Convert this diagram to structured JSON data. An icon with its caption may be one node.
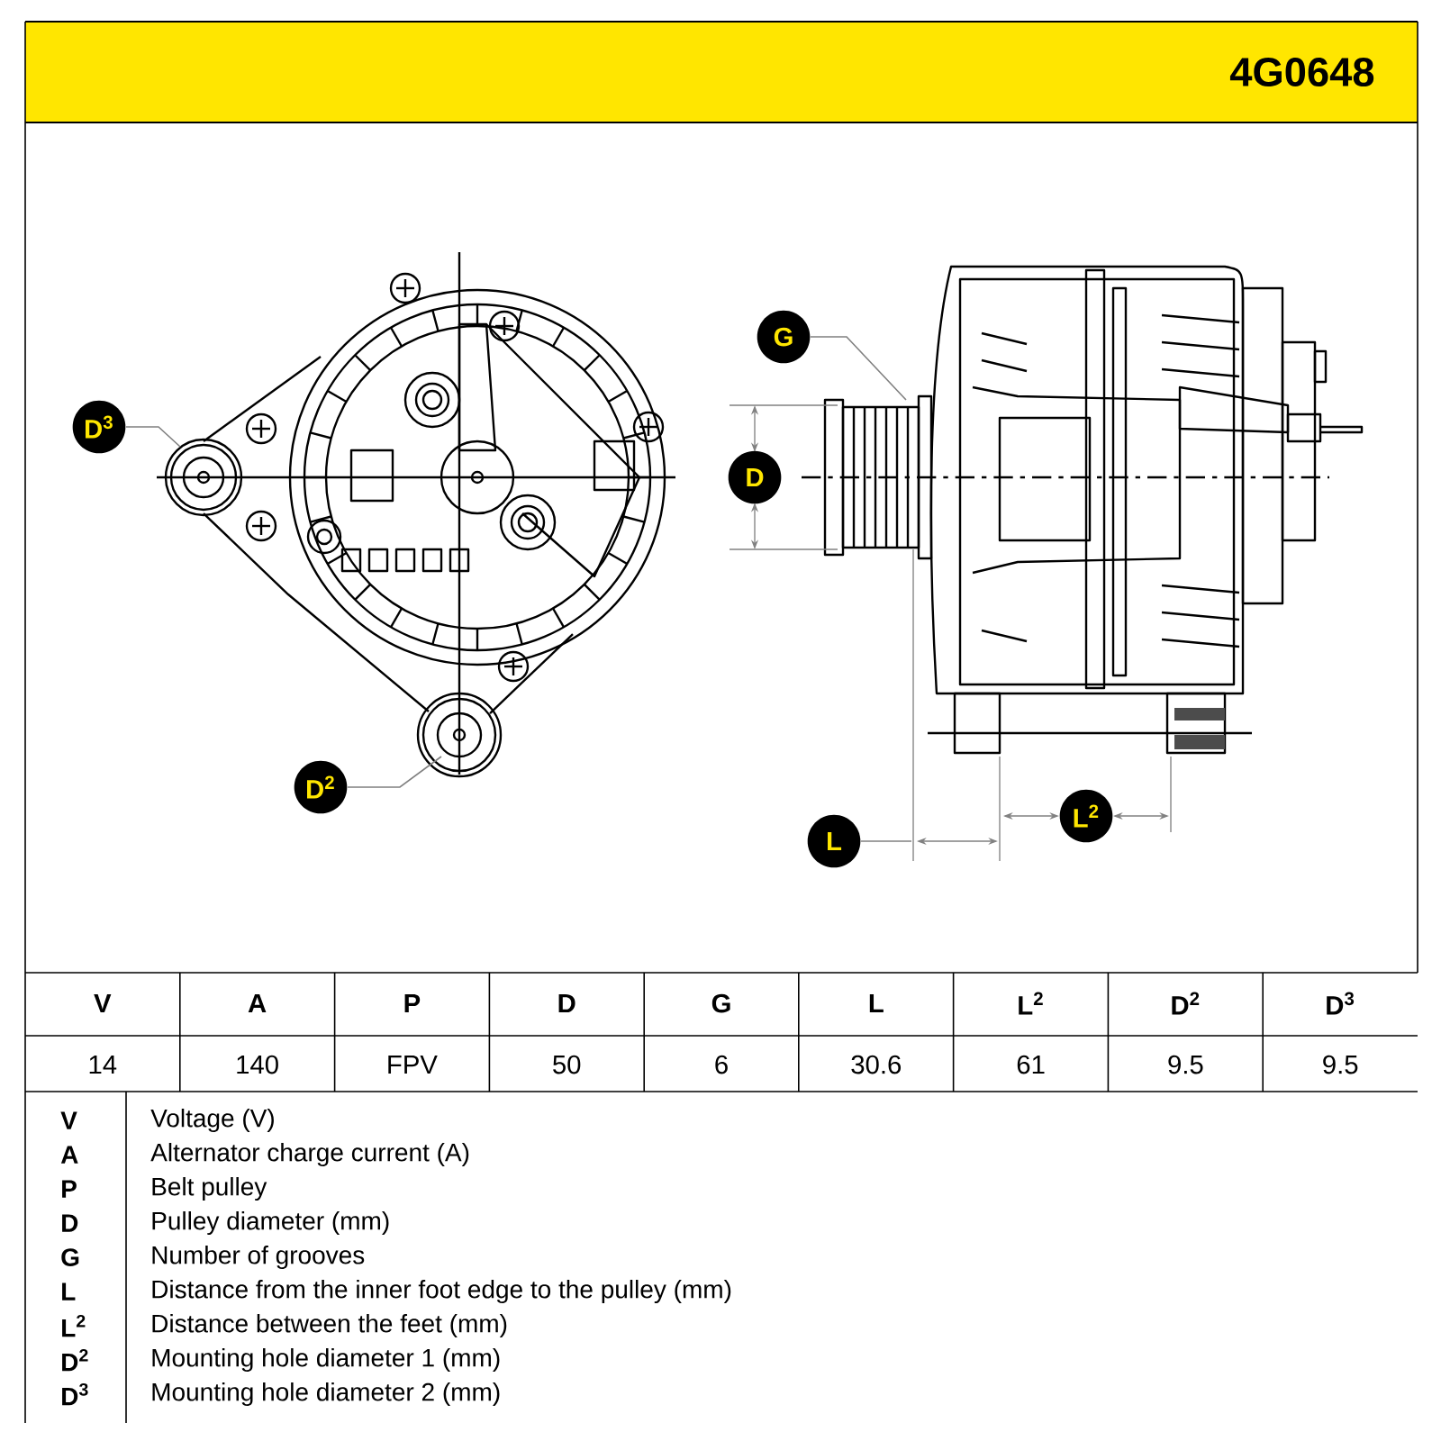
{
  "diagram": {
    "title": "4G0648",
    "nodes": [
      {
        "text": [
          "G"
        ]
      },
      {
        "text": [
          "D$^{3}$"
        ]
      },
      {
        "text": [
          "D"
        ]
      },
      {
        "text": [
          "D$^{2}$"
        ]
      },
      {
        "text": [
          "L$^{2}$"
        ]
      },
      {
        "text": [
          "L"
        ]
      }
    ],
    "edges": [
      {
        "from": 0,
        "to": null,
        "arrow": "none"
      },
      {
        "from": 1,
        "to": null,
        "arrow": "none"
      },
      {
        "from": 3,
        "to": null,
        "arrow": "none"
      },
      {
        "from": 5,
        "to": null,
        "arrow": "none"
      }
    ],
    "labels": [
      "V",
      "A",
      "P",
      "D",
      "G",
      "L",
      "L$^{2}$",
      "D$^{2}$",
      "D$^{3}$",
      "14",
      "140",
      "FPV",
      "50",
      "6",
      "30.6",
      "61",
      "9.5",
      "9.5",
      "V",
      "Voltage (V)",
      "A",
      "Alternator charge current (A)",
      "P",
      "Belt pulley",
      "D",
      "Pulley diameter (mm)",
      "G",
      "Number of grooves",
      "L",
      "Distance from the inner foot edge to the pulley (mm)",
      "L$^{2}$",
      "Distance between the feet (mm)",
      "D$^{2}$",
      "Mounting hole diameter 1 (mm)",
      "D$^{3}$",
      "Mounting hole diameter 2 (mm)"
    ]
  }
}
